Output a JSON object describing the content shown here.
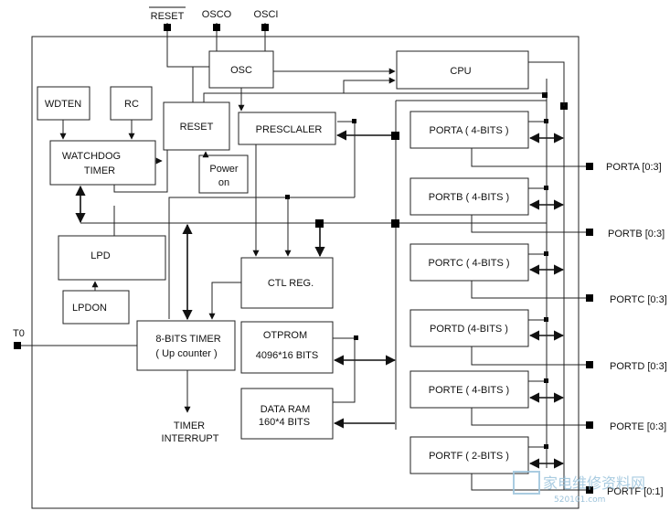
{
  "colors": {
    "line": "#222222",
    "pin": "#000000",
    "watermark": "#9cc4dc"
  },
  "pins": {
    "reset": "RESET",
    "osco": "OSCO",
    "osci": "OSCI",
    "t0": "T0",
    "porta": "PORTA [0:3]",
    "portb": "PORTB [0:3]",
    "portc": "PORTC [0:3]",
    "portd": "PORTD [0:3]",
    "porte": "PORTE [0:3]",
    "portf": "PORTF [0:1]"
  },
  "blocks": {
    "osc": "OSC",
    "cpu": "CPU",
    "wdten": "WDTEN",
    "rc": "RC",
    "reset": "RESET",
    "prescaler": "PRESCLALER",
    "watchdog_line1": "WATCHDOG",
    "watchdog_line2": "TIMER",
    "power_on_line1": "Power",
    "power_on_line2": "on",
    "lpd": "LPD",
    "lpdon": "LPDON",
    "ctl_reg": "CTL  REG.",
    "timer_line1": "8-BITS TIMER",
    "timer_line2": "( Up counter )",
    "otprom_line1": "OTPROM",
    "otprom_line2": "4096*16 BITS",
    "dataram_line1": "DATA RAM",
    "dataram_line2": "160*4 BITS",
    "timer_int_line1": "TIMER",
    "timer_int_line2": "INTERRUPT"
  },
  "ports": [
    {
      "label": "PORTA ( 4-BITS )"
    },
    {
      "label": "PORTB ( 4-BITS )"
    },
    {
      "label": "PORTC ( 4-BITS )"
    },
    {
      "label": "PORTD (4-BITS )"
    },
    {
      "label": "PORTE ( 4-BITS )"
    },
    {
      "label": "PORTF ( 2-BITS )"
    }
  ],
  "watermark": {
    "text": "家电维修资料网",
    "url": "520101.com"
  }
}
